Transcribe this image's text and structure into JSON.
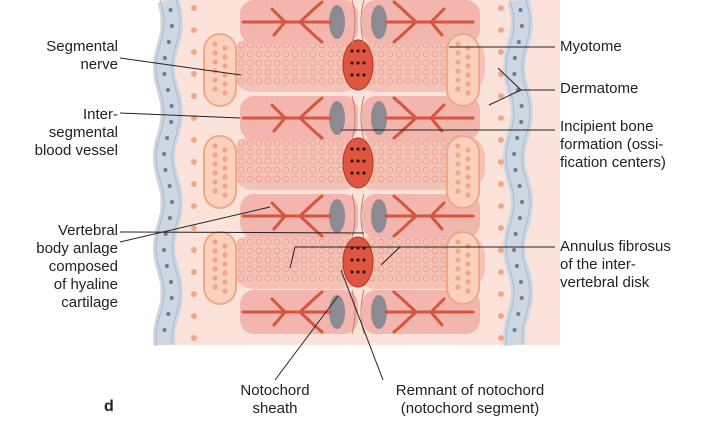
{
  "panel_letter": "d",
  "colors": {
    "background": "#fbe3dc",
    "skin_band": "#cdd6e3",
    "skin_cells": "#6b7a8c",
    "myotome": "#f0a887",
    "cartilage": "#f2b6ae",
    "vessel": "#d6553d",
    "notochord": "#e0553f",
    "ossification": "#8e8a93",
    "leader_lines": "#222222"
  },
  "labels": {
    "segmental_nerve": "Segmental\nnerve",
    "intersegmental_vessel": "Inter-\nsegmental\nblood vessel",
    "vertebral_body": "Vertebral\nbody anlage\ncomposed\nof hyaline\ncartilage",
    "myotome": "Myotome",
    "dermatome": "Dermatome",
    "incipient_bone": "Incipient bone\nformation (ossi-\nfication centers)",
    "annulus_fibrosus": "Annulus fibrosus\nof the inter-\nvertebral disk",
    "notochord_sheath": "Notochord\nsheath",
    "notochord_remnant": "Remnant of notochord\n(notochord segment)"
  }
}
